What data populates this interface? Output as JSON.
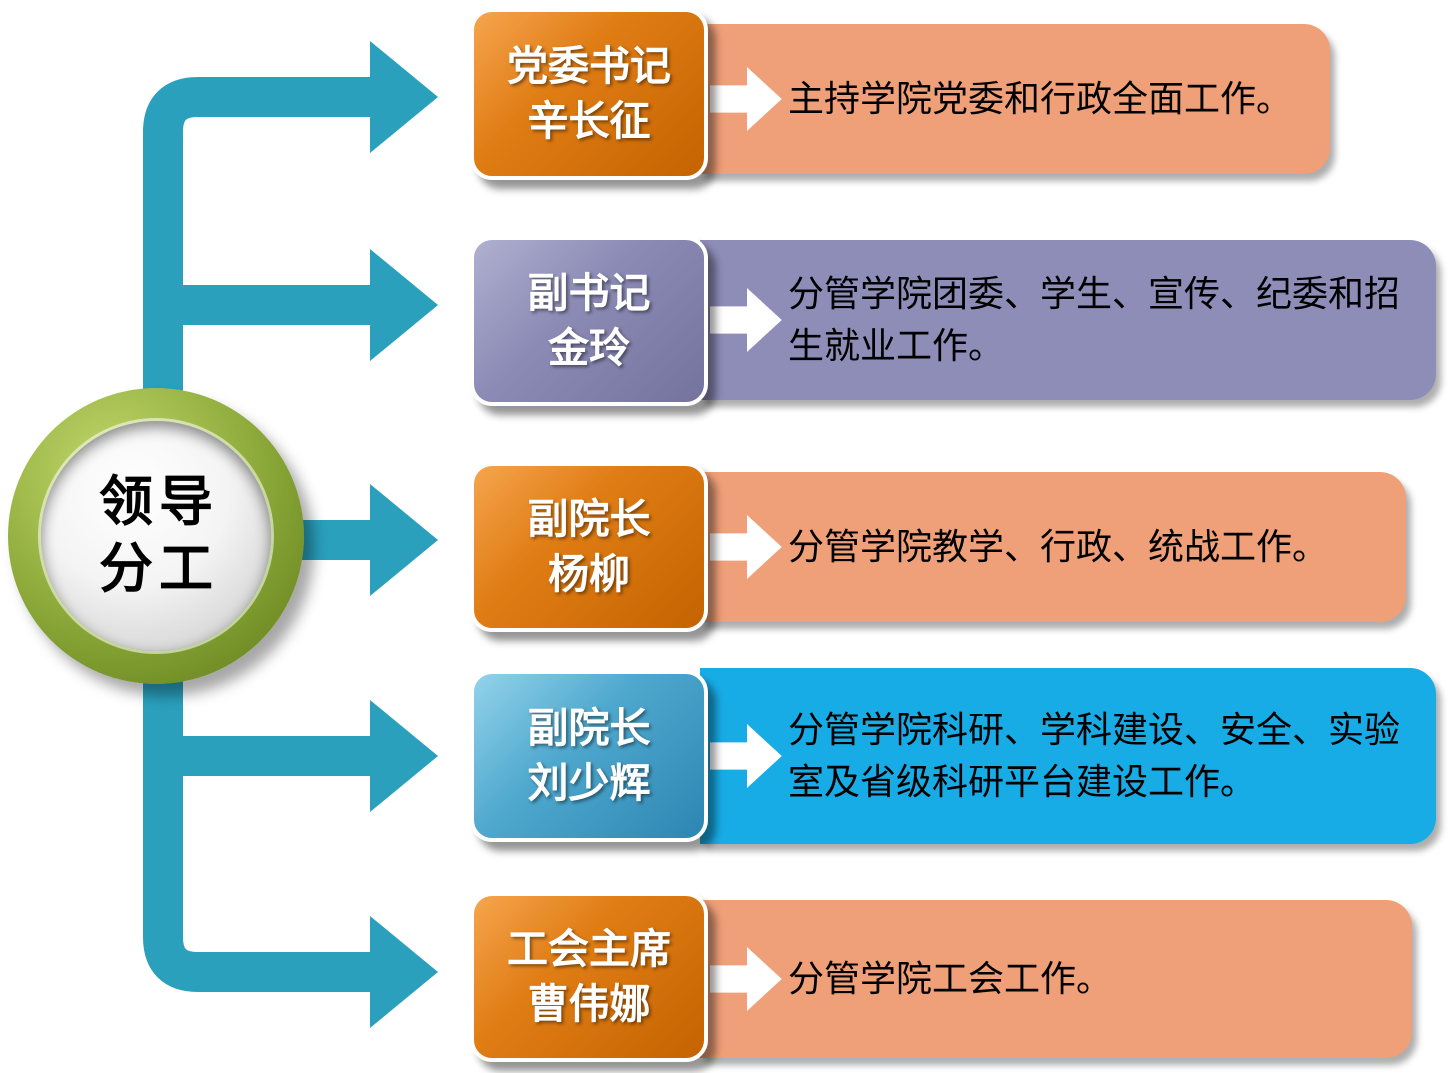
{
  "hub": {
    "title_line1": "领导",
    "title_line2": "分工"
  },
  "rows": [
    {
      "role_line1": "党委书记",
      "role_line2": "辛长征",
      "badge_color": "orange",
      "banner_color": "salmon",
      "description": "主持学院党委和行政全面工作。"
    },
    {
      "role_line1": "副书记",
      "role_line2": "金玲",
      "badge_color": "purple",
      "banner_color": "purple",
      "description": "分管学院团委、学生、宣传、纪委和招生就业工作。"
    },
    {
      "role_line1": "副院长",
      "role_line2": "杨柳",
      "badge_color": "orange",
      "banner_color": "salmon",
      "description": "分管学院教学、行政、统战工作。"
    },
    {
      "role_line1": "副院长",
      "role_line2": "刘少辉",
      "badge_color": "blue",
      "banner_color": "blue",
      "description": "分管学院科研、学科建设、安全、实验室及省级科研平台建设工作。"
    },
    {
      "role_line1": "工会主席",
      "role_line2": "曹伟娜",
      "badge_color": "orange",
      "banner_color": "salmon",
      "description": "分管学院工会工作。"
    }
  ],
  "colors": {
    "teal_arrow": "#2aa0bd",
    "salmon_banner": "#f0a078",
    "purple_banner": "#8d8db8",
    "blue_banner": "#18ace6",
    "orange_badge": "#e07d15",
    "purple_badge": "#8b8bb6",
    "blue_badge": "#4fa8ce",
    "hub_ring_green": "#8ca93a",
    "hub_inner": "#f2f2f2",
    "white_arrow": "#ffffff"
  }
}
